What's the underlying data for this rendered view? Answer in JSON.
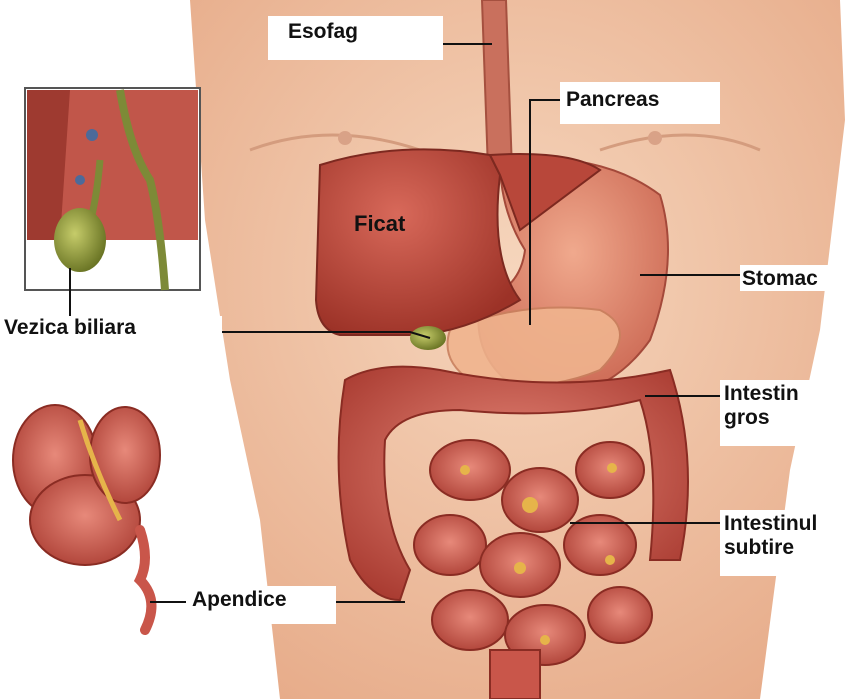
{
  "labels": {
    "esofag": "Esofag",
    "pancreas": "Pancreas",
    "ficat": "Ficat",
    "stomac": "Stomac",
    "vezica": "Vezica biliara",
    "intestin_gros": "Intestin\ngros",
    "intestinul_subtire": "Intestinul\nsubtire",
    "apendice": "Apendice"
  },
  "colors": {
    "skin": "#f1c6a8",
    "liver": "#b8473a",
    "stomach": "#d9826a",
    "intestine": "#c9564a",
    "gallbladder": "#7c8a2a",
    "fat": "#e6b44a",
    "leader_line": "#111111"
  }
}
